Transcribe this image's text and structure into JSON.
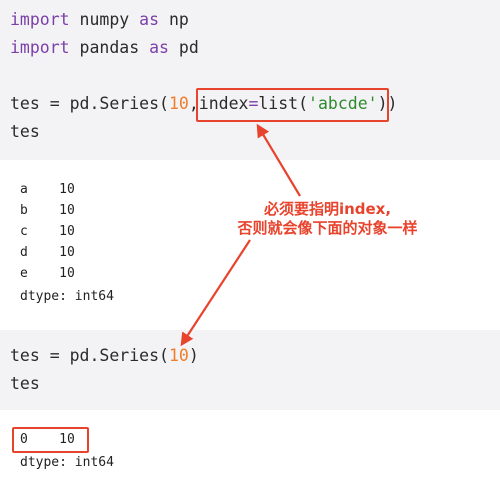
{
  "cell1": {
    "line1": {
      "kw1": "import",
      "mid": " numpy ",
      "kw2": "as",
      "end": " np"
    },
    "line2": {
      "kw1": "import",
      "mid": " pandas ",
      "kw2": "as",
      "end": " pd"
    },
    "line3": {
      "a": "tes = pd.Series(",
      "n": "10",
      "b": ",index",
      "eq": "=",
      "c": "list(",
      "s": "'abcde'",
      "d": "))"
    },
    "line4": "tes"
  },
  "output1": {
    "rows": [
      {
        "idx": "a",
        "val": "10"
      },
      {
        "idx": "b",
        "val": "10"
      },
      {
        "idx": "c",
        "val": "10"
      },
      {
        "idx": "d",
        "val": "10"
      },
      {
        "idx": "e",
        "val": "10"
      }
    ],
    "dtype": "dtype: int64"
  },
  "cell2": {
    "line1": {
      "a": "tes = pd.Series(",
      "n": "10",
      "b": ")"
    },
    "line2": "tes"
  },
  "output2": {
    "row": {
      "idx": "0",
      "val": "10"
    },
    "dtype": "dtype: int64"
  },
  "annotation": {
    "line1": "必须要指明index,",
    "line2": "否则就会像下面的对象一样"
  },
  "colors": {
    "annotation": "#e8432d",
    "keyword": "#7a3fa8",
    "number": "#f07d2b",
    "string": "#2f8a2f",
    "cell_background": "#f3f3f5"
  }
}
